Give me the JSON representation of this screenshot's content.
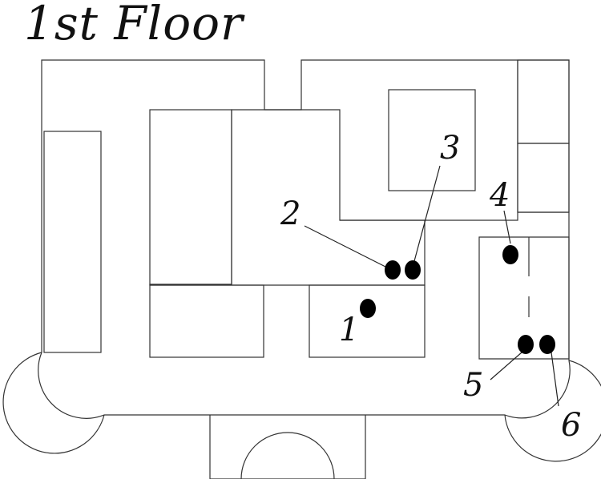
{
  "title": "1st Floor",
  "markers": [
    {
      "id": "1",
      "label": "1"
    },
    {
      "id": "2",
      "label": "2"
    },
    {
      "id": "3",
      "label": "3"
    },
    {
      "id": "4",
      "label": "4"
    },
    {
      "id": "5",
      "label": "5"
    },
    {
      "id": "6",
      "label": "6"
    }
  ]
}
